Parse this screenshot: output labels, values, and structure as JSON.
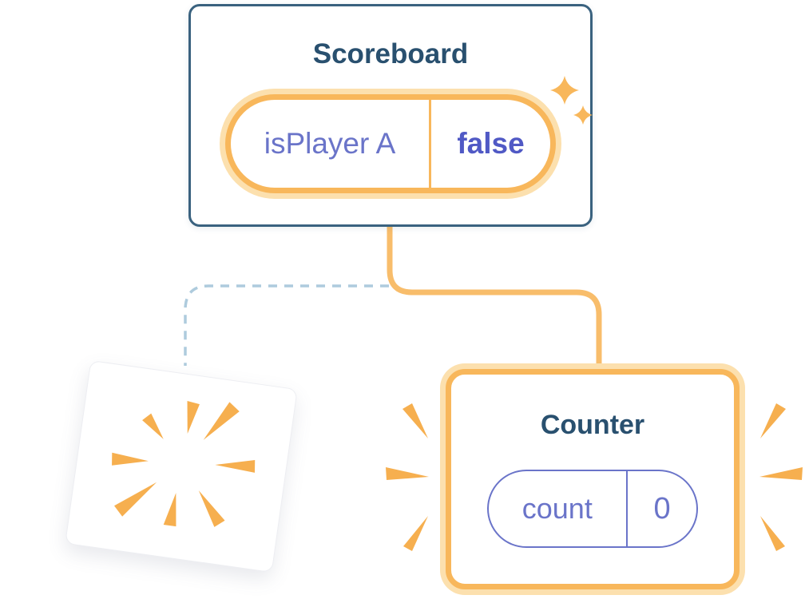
{
  "scoreboard": {
    "title": "Scoreboard",
    "state": {
      "name": "isPlayer A",
      "value": "false"
    }
  },
  "counter": {
    "title": "Counter",
    "state": {
      "name": "count",
      "value": "0"
    }
  },
  "icons": {
    "sparkles-icon": "✦",
    "poof-burst-icon": "radiating orange wedges (component destroyed)",
    "emphasis-marks-icon": "orange wedge accents (newly created component)"
  },
  "colors": {
    "card_border_blue": "#3A627F",
    "title_blue": "#29506F",
    "state_orange": "#F8B75B",
    "state_orange_light": "#FCE0AE",
    "connector_orange": "#F8BD6B",
    "state_purple": "#6A74C9",
    "state_value_purple": "#5059C5",
    "dashed_blue": "#AECBDD",
    "burst_orange": "#F6AF4F"
  }
}
